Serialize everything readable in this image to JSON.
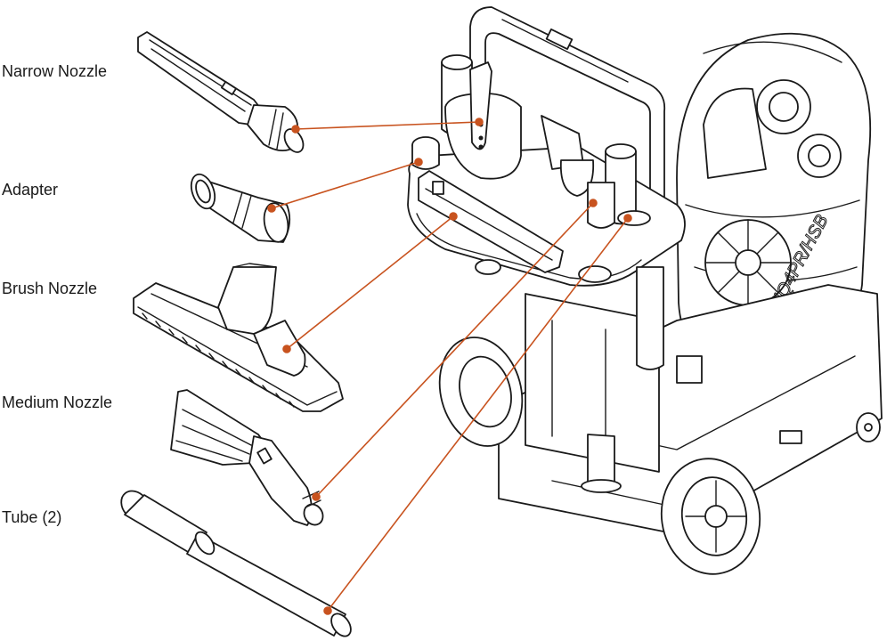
{
  "callouts": [
    {
      "id": "narrow-nozzle",
      "label": "Narrow Nozzle"
    },
    {
      "id": "adapter",
      "label": "Adapter"
    },
    {
      "id": "brush-nozzle",
      "label": "Brush Nozzle"
    },
    {
      "id": "medium-nozzle",
      "label": "Medium Nozzle"
    },
    {
      "id": "tube",
      "label": "Tube (2)"
    }
  ],
  "machine": {
    "badge_text": "IQ4PR/HSB"
  },
  "colors": {
    "leader_line": "#c8531f",
    "outline": "#1a1a1a",
    "background": "#ffffff"
  }
}
